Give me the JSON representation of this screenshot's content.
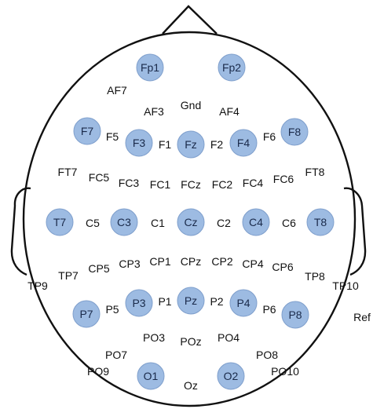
{
  "electrodes": {
    "Fp1": "Fp1",
    "Fp2": "Fp2",
    "F7": "F7",
    "F3": "F3",
    "Fz": "Fz",
    "F4": "F4",
    "F8": "F8",
    "T7": "T7",
    "C3": "C3",
    "Cz": "Cz",
    "C4": "C4",
    "T8": "T8",
    "P7": "P7",
    "P3": "P3",
    "Pz": "Pz",
    "P4": "P4",
    "P8": "P8",
    "O1": "O1",
    "O2": "O2"
  },
  "labels": {
    "AF7": "AF7",
    "AF3": "AF3",
    "Gnd": "Gnd",
    "AF4": "AF4",
    "F5": "F5",
    "F1": "F1",
    "F2": "F2",
    "F6": "F6",
    "FT7": "FT7",
    "FC5": "FC5",
    "FC3": "FC3",
    "FC1": "FC1",
    "FCz": "FCz",
    "FC2": "FC2",
    "FC4": "FC4",
    "FC6": "FC6",
    "FT8": "FT8",
    "C5": "C5",
    "C1": "C1",
    "C2": "C2",
    "C6": "C6",
    "TP9": "TP9",
    "TP7": "TP7",
    "CP5": "CP5",
    "CP3": "CP3",
    "CP1": "CP1",
    "CPz": "CPz",
    "CP2": "CP2",
    "CP4": "CP4",
    "CP6": "CP6",
    "TP8": "TP8",
    "TP10": "TP10",
    "P5": "P5",
    "P1": "P1",
    "P2": "P2",
    "P6": "P6",
    "Ref": "Ref",
    "PO3": "PO3",
    "POz": "POz",
    "PO4": "PO4",
    "PO7": "PO7",
    "PO8": "PO8",
    "PO9": "PO9",
    "PO10": "PO10",
    "Oz": "Oz"
  },
  "colors": {
    "electrode_fill": "#9dbbe2",
    "electrode_stroke": "#7f9fcc",
    "outline": "#111111"
  }
}
